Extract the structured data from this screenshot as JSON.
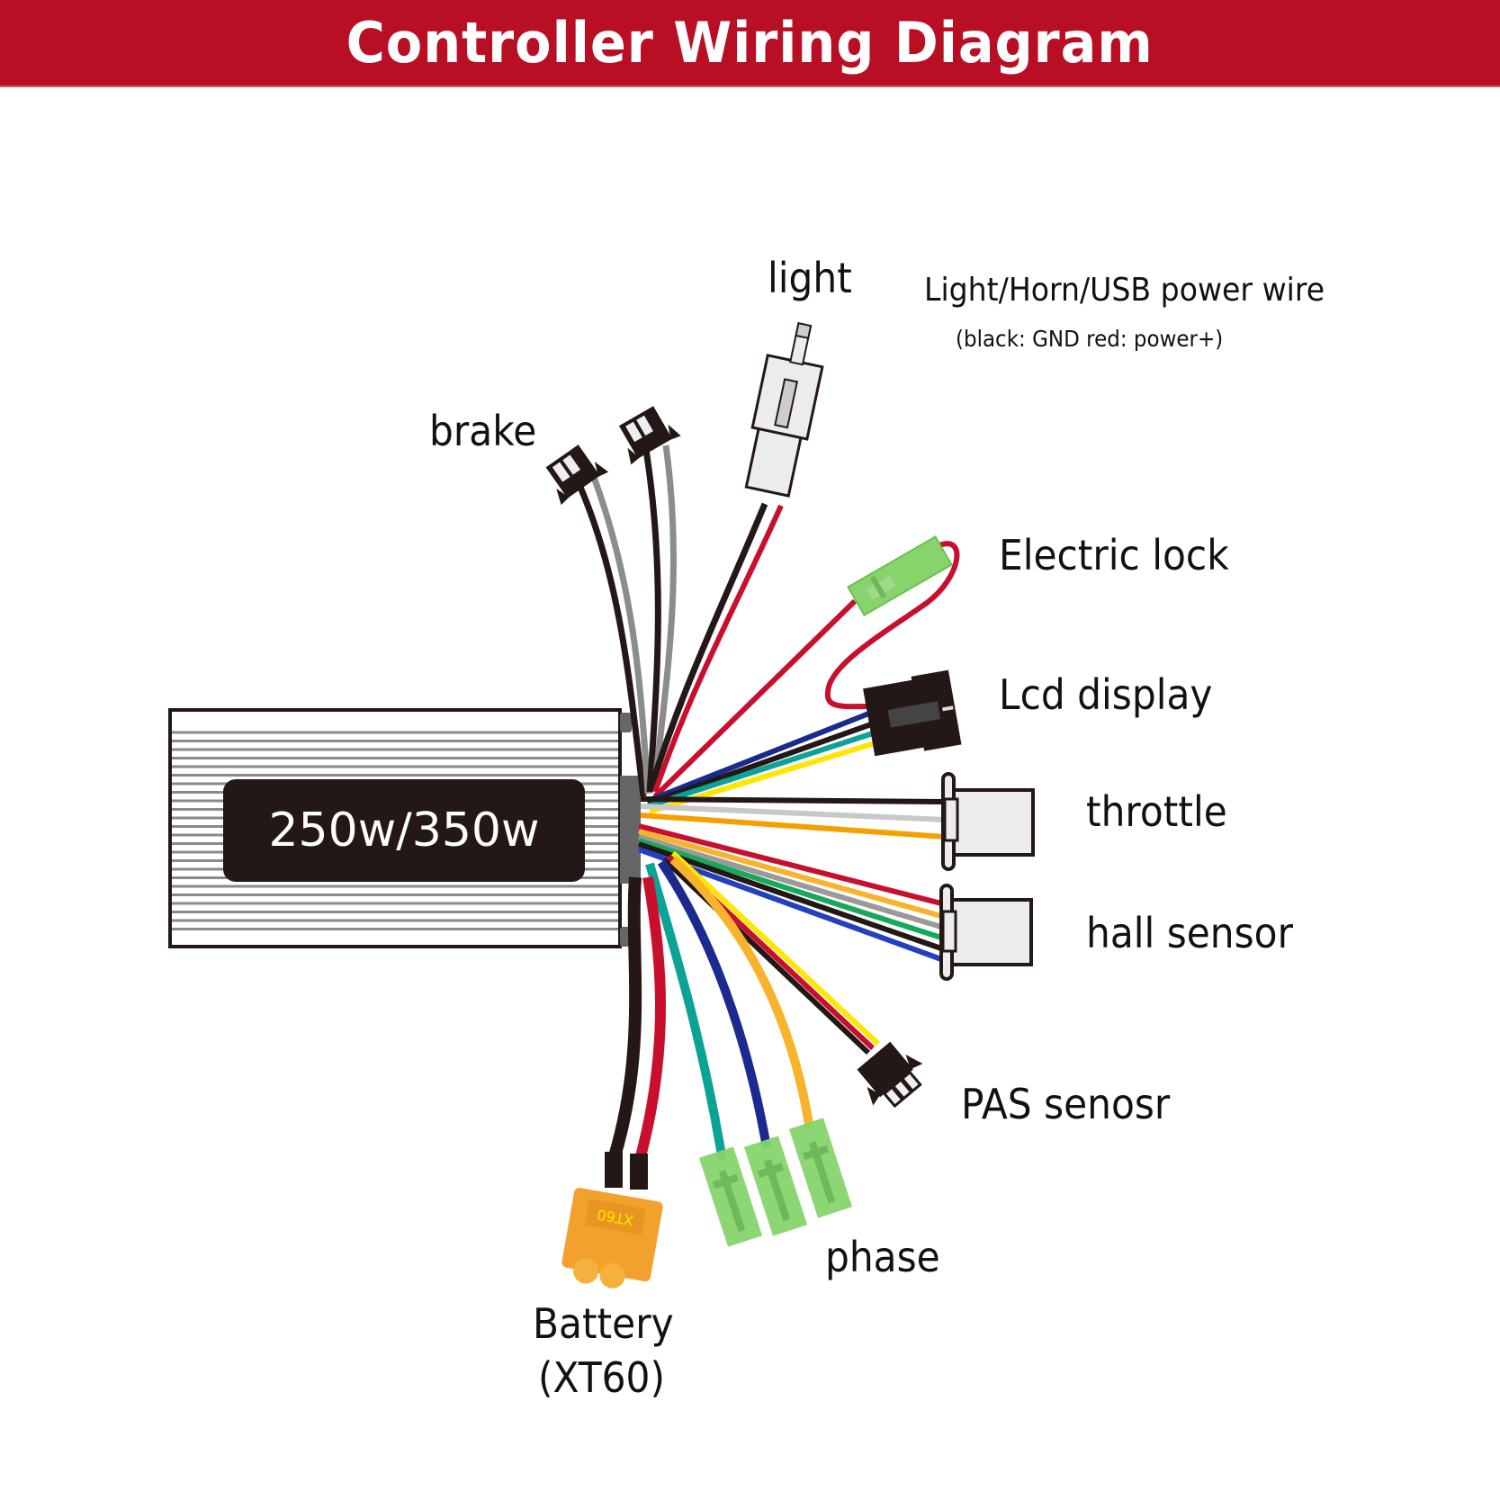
{
  "title": "Controller Wiring Diagram",
  "controller": {
    "rating": "250w/350w",
    "colors": {
      "body": "#ffffff",
      "fins": "#8a8a8a",
      "label_bg": "#231815",
      "end_cap": "#666666"
    }
  },
  "labels": {
    "light": "light",
    "light_note_title": "Light/Horn/USB power wire",
    "light_note_detail": "(black: GND red: power+)",
    "brake": "brake",
    "electric_lock": "Electric lock",
    "lcd_display": "Lcd display",
    "throttle": "throttle",
    "hall_sensor": "hall sensor",
    "pas_sensor": "PAS senosr",
    "phase": "phase",
    "battery": "Battery",
    "battery_connector": "(XT60)",
    "xt60_mark": "XT60"
  },
  "wires": {
    "brake": [
      "black",
      "gray"
    ],
    "light": [
      "black",
      "red"
    ],
    "electric_lock": [
      "red"
    ],
    "lcd_display": [
      "blue",
      "black",
      "teal",
      "yellow"
    ],
    "throttle": [
      "black",
      "light-gray",
      "orange"
    ],
    "hall_sensor": [
      "red",
      "orange",
      "gray",
      "green",
      "black",
      "blue"
    ],
    "pas_sensor": [
      "black",
      "red",
      "yellow"
    ],
    "phase": [
      "teal",
      "blue",
      "orange"
    ],
    "battery": [
      "black",
      "red"
    ]
  },
  "colors": {
    "title_bg": "#b80f25",
    "black": "#231815",
    "red": "#c8102e",
    "gray": "#8c8c8c",
    "light_gray": "#c8c8c8",
    "blue": "#1b2a8f",
    "blue_bright": "#2340c0",
    "teal": "#0aa396",
    "yellow": "#ffe600",
    "orange": "#f5a000",
    "orange_light": "#f7b32b",
    "green": "#17a85a",
    "connector_green": "#86d46b",
    "connector_light": "#ececec",
    "xt60": "#f2a22c"
  }
}
